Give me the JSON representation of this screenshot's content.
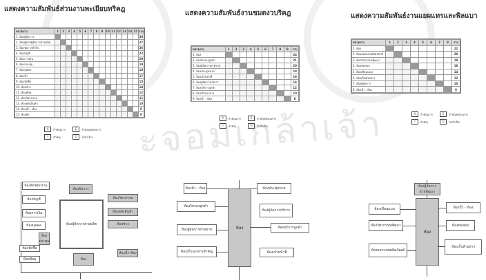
{
  "titles": {
    "left": "แสดงความสัมพันธ์ส่วนงานพะเยียบทริคฎ",
    "middle": "แสดงความสัมพันธ์งานชมตงวบริคฎ",
    "right": "แสดงความสัมพันธ์งานแยผแทรและพิลแบา"
  },
  "watermark": "ะจอมเกล้าเจ้า",
  "matrices": {
    "left": {
      "header": [
        "หน่วยงาน",
        "1",
        "2",
        "3",
        "4",
        "5",
        "6",
        "7",
        "8",
        "9",
        "10",
        "11",
        "12",
        "13",
        "14",
        "15",
        "รวม"
      ],
      "rows": [
        [
          "1. ห้องผู้จัดการ",
          "30"
        ],
        [
          "2. ห้องผู้ช่วยผู้จัดการฝ่ายผลิต",
          "27"
        ],
        [
          "3. ห้องจัดการทั่วไป",
          "26"
        ],
        [
          "4. ห้องบัญชี",
          "22"
        ],
        [
          "5. ห้องการเงิน",
          "20"
        ],
        [
          "6. ห้องประชุม",
          "19"
        ],
        [
          "7. ห้องบุคคล",
          "18"
        ],
        [
          "8. ห้องน้ำ",
          "17"
        ],
        [
          "9. ห้องจัดซื้อ",
          "15"
        ],
        [
          "10. ห้องช่าง",
          "14"
        ],
        [
          "11. ห้องพัสดุ",
          "12"
        ],
        [
          "12. ห้องวิศวกรรม",
          "11"
        ],
        [
          "13. ห้องคลังสินค้า",
          "10"
        ],
        [
          "14. ห้องน้ำ - ห้อง",
          "9"
        ],
        [
          "15. ห้องพัก",
          "8"
        ]
      ]
    },
    "middle": {
      "header": [
        "หน่วยงาน",
        "1",
        "2",
        "3",
        "4",
        "5",
        "6",
        "7",
        "8",
        "9",
        "รวม"
      ],
      "rows": [
        [
          "1. ห้อง",
          "24"
        ],
        [
          "2. ห้องรับรองลูกค้า",
          "21"
        ],
        [
          "3. ห้องผู้จัดการฝ่ายขาย",
          "20"
        ],
        [
          "4. ห้องประชุมขาย",
          "18"
        ],
        [
          "5. ห้องเจ้าหน้าที่",
          "16"
        ],
        [
          "6. ห้องผู้จัดการบริการ",
          "14"
        ],
        [
          "7. ห้องบริการลูกค้า",
          "12"
        ],
        [
          "8. ห้องเก็บเอกสาร",
          "10"
        ],
        [
          "9. ห้องน้ำ - ห้อง",
          "8"
        ]
      ]
    },
    "right": {
      "header": [
        "หน่วยงาน",
        "1",
        "2",
        "3",
        "4",
        "5",
        "6",
        "7",
        "8",
        "รวม"
      ],
      "rows": [
        [
          "1. ห้อง",
          "22"
        ],
        [
          "2. ห้องออกแบบผลิตภัณฑ์",
          "20"
        ],
        [
          "3. ห้องวิศวกรรมพัฒนา",
          "18"
        ],
        [
          "4. ห้องทดสอบ",
          "16"
        ],
        [
          "5. ห้องเขียนแบบ",
          "14"
        ],
        [
          "6. ห้องเก็บตัวอย่าง",
          "12"
        ],
        [
          "7. ห้องผู้จัดการ",
          "10"
        ],
        [
          "8. ห้องน้ำ - ห้อง",
          "8"
        ]
      ]
    }
  },
  "legend": {
    "a": "สำคัญมาก",
    "e": "สำคัญพอสมควร",
    "i": "สำคัญ",
    "o": "ไม่จำเป็น",
    "a_code": "A",
    "e_code": "E",
    "i_code": "I",
    "o_code": "O"
  },
  "diagrams": {
    "left": {
      "center": "ห้องผู้จัดการฝ่ายผลิต",
      "top": "ห้องจัดการ",
      "bottom": "ห้อง",
      "left_boxes": [
        "ห้องพักพนักงาน",
        "ห้องบัญชี",
        "ห้องการเงิน",
        "ห้องบุคคล",
        "ห้องจัดซื้อ",
        "ห้องพัสดุ"
      ],
      "right_boxes": [
        "ห้องวิศวกรรม",
        "ห้องคลังสินค้า",
        "ห้องช่าง",
        "ห้องน้ำ-ห้อง"
      ],
      "small": "ห้องประชุม"
    },
    "middle": {
      "core": "ห้อง",
      "left_boxes": [
        "ห้องน้ำ - ห้อง",
        "ห้องรับรองลูกค้า",
        "ห้องผู้จัดการฝ่ายขาย",
        "ห้องเก็บเอกสารสำคัญ"
      ],
      "right_boxes": [
        "ห้องประชุมขาย",
        "ห้องผู้จัดการบริการ",
        "ห้องบริการลูกค้า",
        "ห้องเจ้าหน้าที่"
      ]
    },
    "right": {
      "core": "ห้อง",
      "top": "ห้องผู้จัดการฝ่ายพัฒนา",
      "left_boxes": [
        "ห้องเขียนแบบ",
        "ห้องวิศวกรรมพัฒนา",
        "ห้องออกแบบผลิตภัณฑ์"
      ],
      "right_boxes": [
        "ห้องน้ำ - ห้อง",
        "ห้องทดสอบ",
        "ห้องเก็บตัวอย่าง"
      ]
    }
  }
}
